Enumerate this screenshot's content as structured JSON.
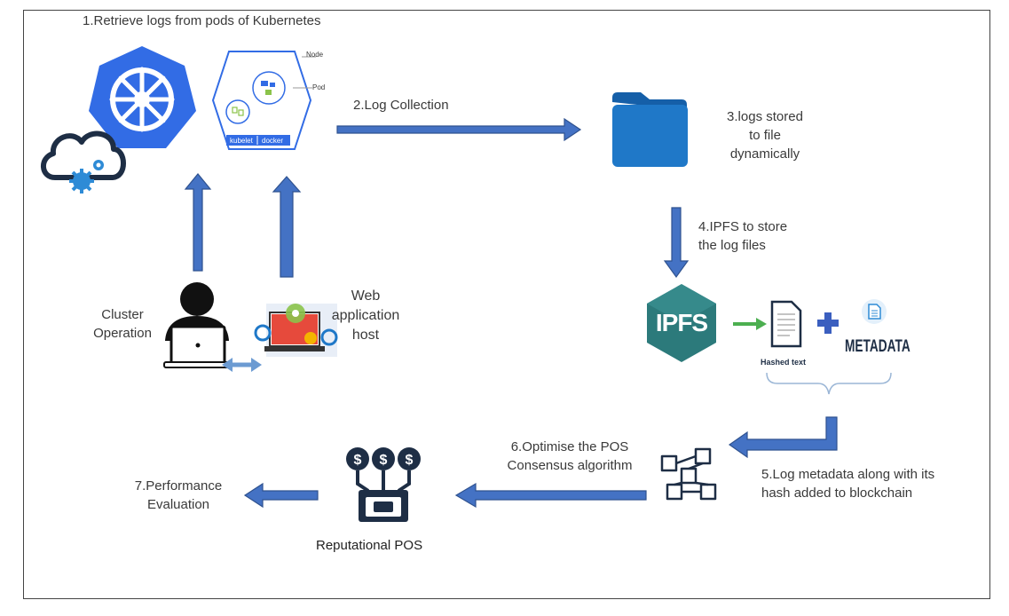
{
  "steps": {
    "s1": "1.Retrieve logs from pods of Kubernetes",
    "s2": "2.Log Collection",
    "s3_l1": "3.logs stored",
    "s3_l2": "to file",
    "s3_l3": "dynamically",
    "s4_l1": "4.IPFS to store",
    "s4_l2": "the log files",
    "s5_l1": "5.Log metadata along with its",
    "s5_l2": "hash added to blockchain",
    "s6_l1": "6.Optimise the POS",
    "s6_l2": "Consensus algorithm",
    "s7_l1": "7.Performance",
    "s7_l2": "Evaluation"
  },
  "actors": {
    "cluster_l1": "Cluster",
    "cluster_l2": "Operation",
    "web_l1": "Web",
    "web_l2": "application",
    "web_l3": "host"
  },
  "k8s": {
    "node": "Node",
    "pod": "Pod",
    "kubelet": "kubelet",
    "docker": "docker"
  },
  "ipfs": {
    "logo": "IPFS",
    "hashed_text": "Hashed text",
    "metadata": "METADATA"
  },
  "pos": {
    "label": "Reputational POS",
    "coins": [
      "$",
      "$",
      "$"
    ]
  },
  "colors": {
    "arrow": "#4472C4",
    "arrow_dark": "#2F528F",
    "k8s_blue": "#326CE5",
    "folder_blue": "#1F78C8",
    "ipfs_teal": "#2C7A7B",
    "green_arrow": "#4CAF50"
  }
}
